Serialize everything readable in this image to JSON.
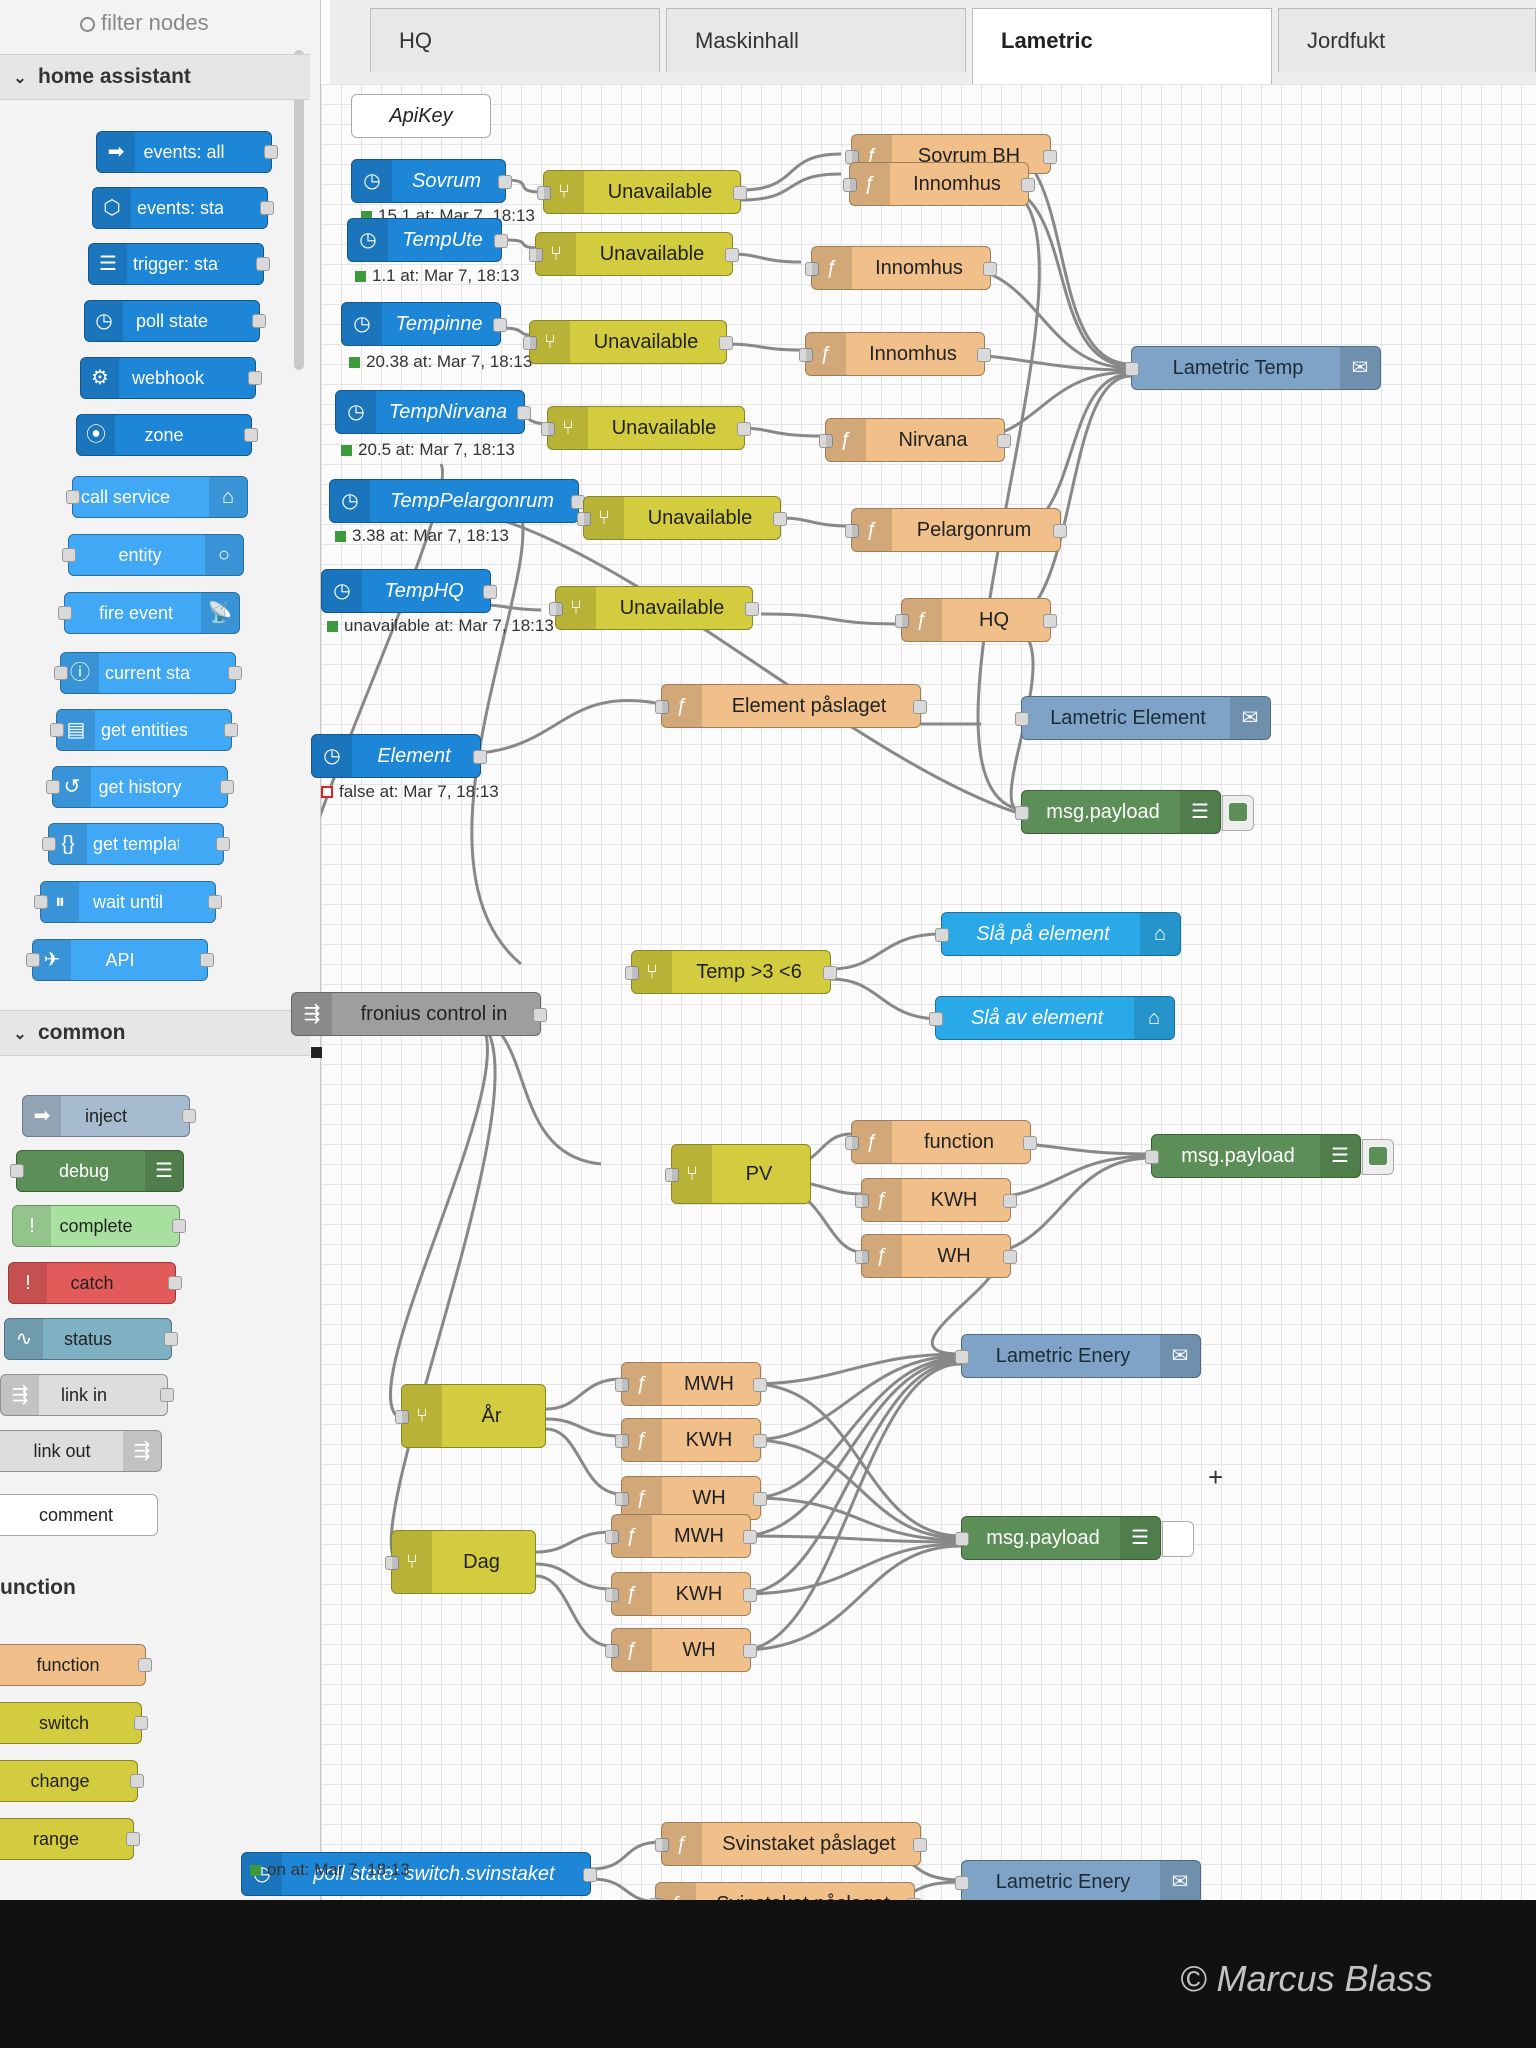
{
  "palette": {
    "filter_placeholder": "filter nodes",
    "categories": {
      "home_assistant": "home assistant",
      "common": "common",
      "function": "unction"
    },
    "ha_nodes": [
      "events: all",
      "events: state",
      "trigger: state",
      "poll state",
      "webhook",
      "zone",
      "call service",
      "entity",
      "fire event",
      "current state",
      "get entities",
      "get history",
      "get template",
      "wait until",
      "API"
    ],
    "common_nodes": [
      "inject",
      "debug",
      "complete",
      "catch",
      "status",
      "link in",
      "link out",
      "comment"
    ],
    "function_nodes": [
      "function",
      "switch",
      "change",
      "range"
    ]
  },
  "tabs": [
    "HQ",
    "Maskinhall",
    "Lametric",
    "Jordfukt"
  ],
  "active_tab": "Lametric",
  "flow": {
    "apikey": "ApiKey",
    "ha": {
      "sovrum": "Sovrum",
      "tempute": "TempUte",
      "tempinne": "Tempinne",
      "tempnirvana": "TempNirvana",
      "temppelargonrum": "TempPelargonrum",
      "temphq": "TempHQ",
      "element": "Element",
      "svinstaket": "poll state: switch.svinstaket"
    },
    "status": {
      "sovrum": "15.1 at: Mar 7, 18:13",
      "tempute": "1.1 at: Mar 7, 18:13",
      "tempinne": "20.38 at: Mar 7, 18:13",
      "tempnirvana": "20.5 at: Mar 7, 18:13",
      "temppelargonrum": "3.38 at: Mar 7, 18:13",
      "temphq": "unavailable at: Mar 7, 18:13",
      "element": "false at: Mar 7, 18:13",
      "svinstaket": "on at: Mar 7, 18:13"
    },
    "switch_unavailable": "Unavailable",
    "fn": {
      "sovrum_bh": "Sovrum BH",
      "innomhus": "Innomhus",
      "nirvana": "Nirvana",
      "pelargonrum": "Pelargonrum",
      "hq": "HQ",
      "element_paslaget": "Element påslaget",
      "function": "function",
      "kwh": "KWH",
      "wh": "WH",
      "mwh": "MWH",
      "svinstaket": "Svinstaket påslaget"
    },
    "lametric": {
      "temp": "Lametric Temp",
      "element": "Lametric Element",
      "enery": "Lametric Enery"
    },
    "debug": "msg.payload",
    "switches": {
      "temp_range": "Temp >3 <6",
      "pv": "PV",
      "ar": "År",
      "dag": "Dag"
    },
    "service": {
      "on": "Slå på element",
      "off": "Slå av element"
    },
    "link_in": "fronius control in"
  },
  "watermark": "© Marcus Blass",
  "colors": {
    "ha": "#1e86d6",
    "switch": "#d2cc3e",
    "function": "#f1c08a",
    "lametric": "#7ea3c7",
    "debug": "#5b8f57",
    "service": "#2aa9e8"
  }
}
